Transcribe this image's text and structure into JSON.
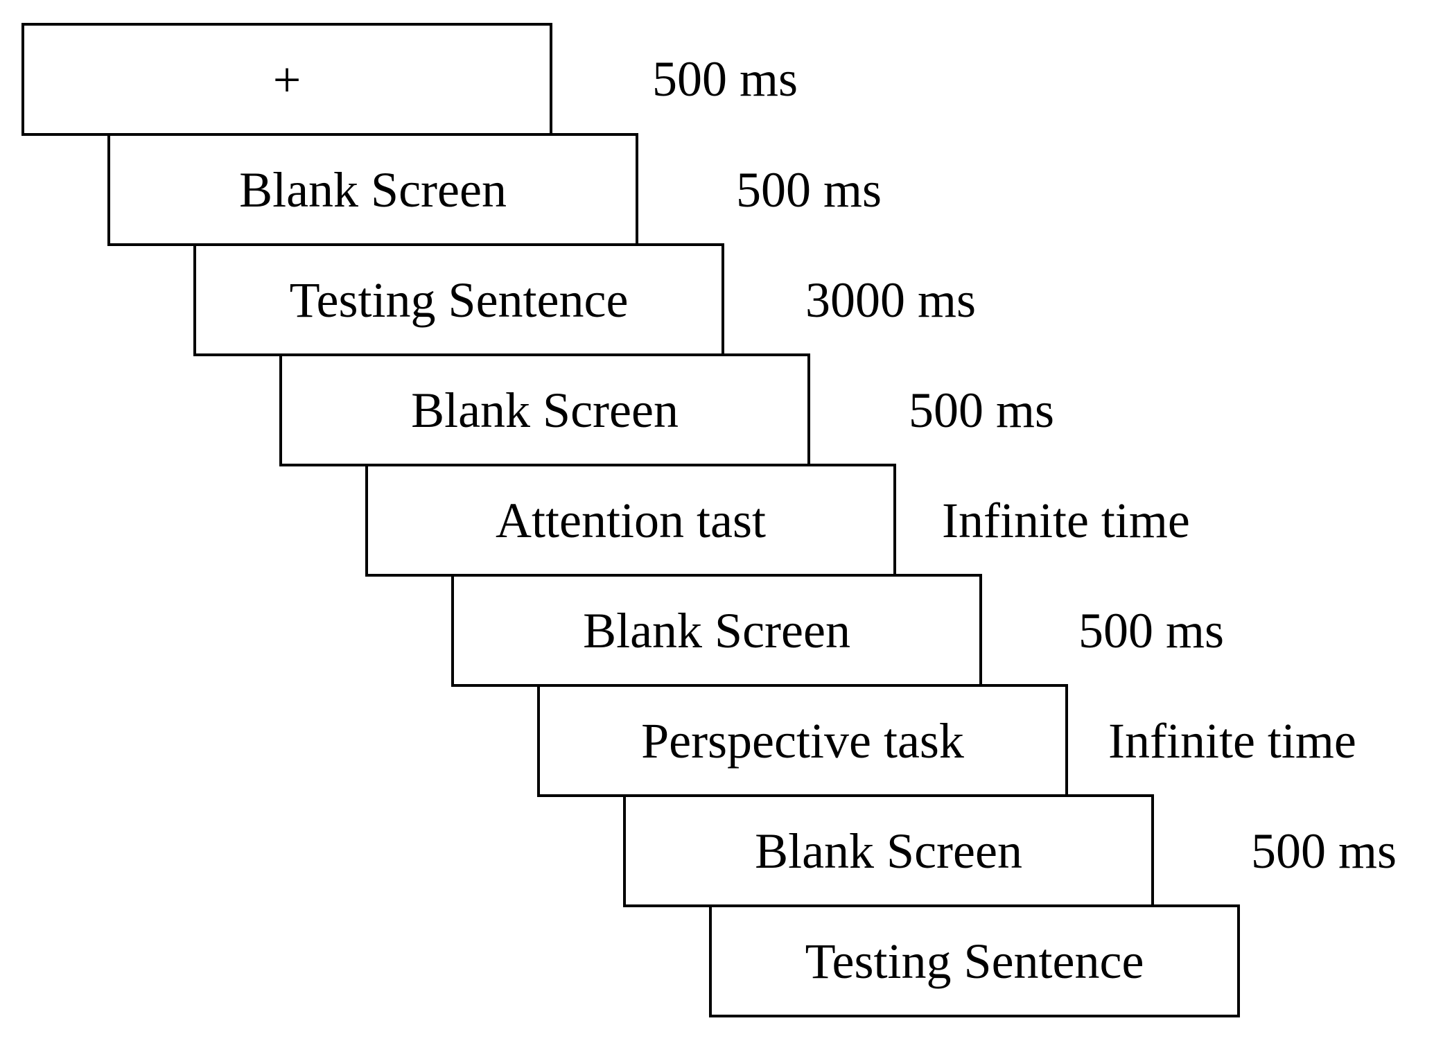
{
  "sequence": {
    "steps": [
      {
        "label": "+",
        "duration": "500 ms"
      },
      {
        "label": "Blank Screen",
        "duration": "500 ms"
      },
      {
        "label": "Testing Sentence",
        "duration": "3000 ms"
      },
      {
        "label": "Blank Screen",
        "duration": "500 ms"
      },
      {
        "label": "Attention tast",
        "duration": "Infinite time"
      },
      {
        "label": "Blank Screen",
        "duration": "500 ms"
      },
      {
        "label": "Perspective task",
        "duration": "Infinite time"
      },
      {
        "label": "Blank Screen",
        "duration": "500 ms"
      },
      {
        "label": "Testing Sentence"
      }
    ],
    "colors": {
      "background": "#ffffff",
      "box_fill": "#ffffff",
      "ink": "#000000"
    }
  }
}
